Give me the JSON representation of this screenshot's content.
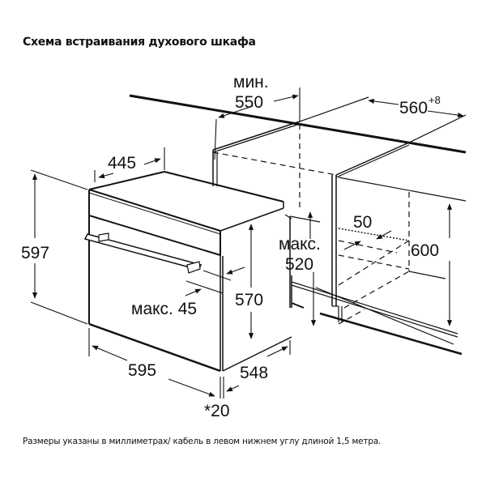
{
  "title": "Схема встраивания духового шкафа",
  "caption": "Размеры указаны в миллиметрах/ кабель в левом нижнем углу длиной 1,5 метра.",
  "diagram": {
    "subject": "built-in oven installation scheme",
    "units": "mm",
    "dimensions": {
      "niche_depth_min_label": "мин.",
      "niche_depth_min": "550",
      "niche_width": "560",
      "niche_width_tolerance": "+8",
      "front_panel_depth": "445",
      "oven_height": "597",
      "oven_body_height": "570",
      "handle_clearance_label": "макс. 45",
      "oven_width": "595",
      "oven_depth": "548",
      "front_offset": "*20",
      "cutout_depth_max_label": "макс.",
      "cutout_depth_max": "520",
      "vent_gap": "50",
      "niche_height": "600"
    },
    "line_color": "#111111",
    "background_color": "#ffffff"
  }
}
